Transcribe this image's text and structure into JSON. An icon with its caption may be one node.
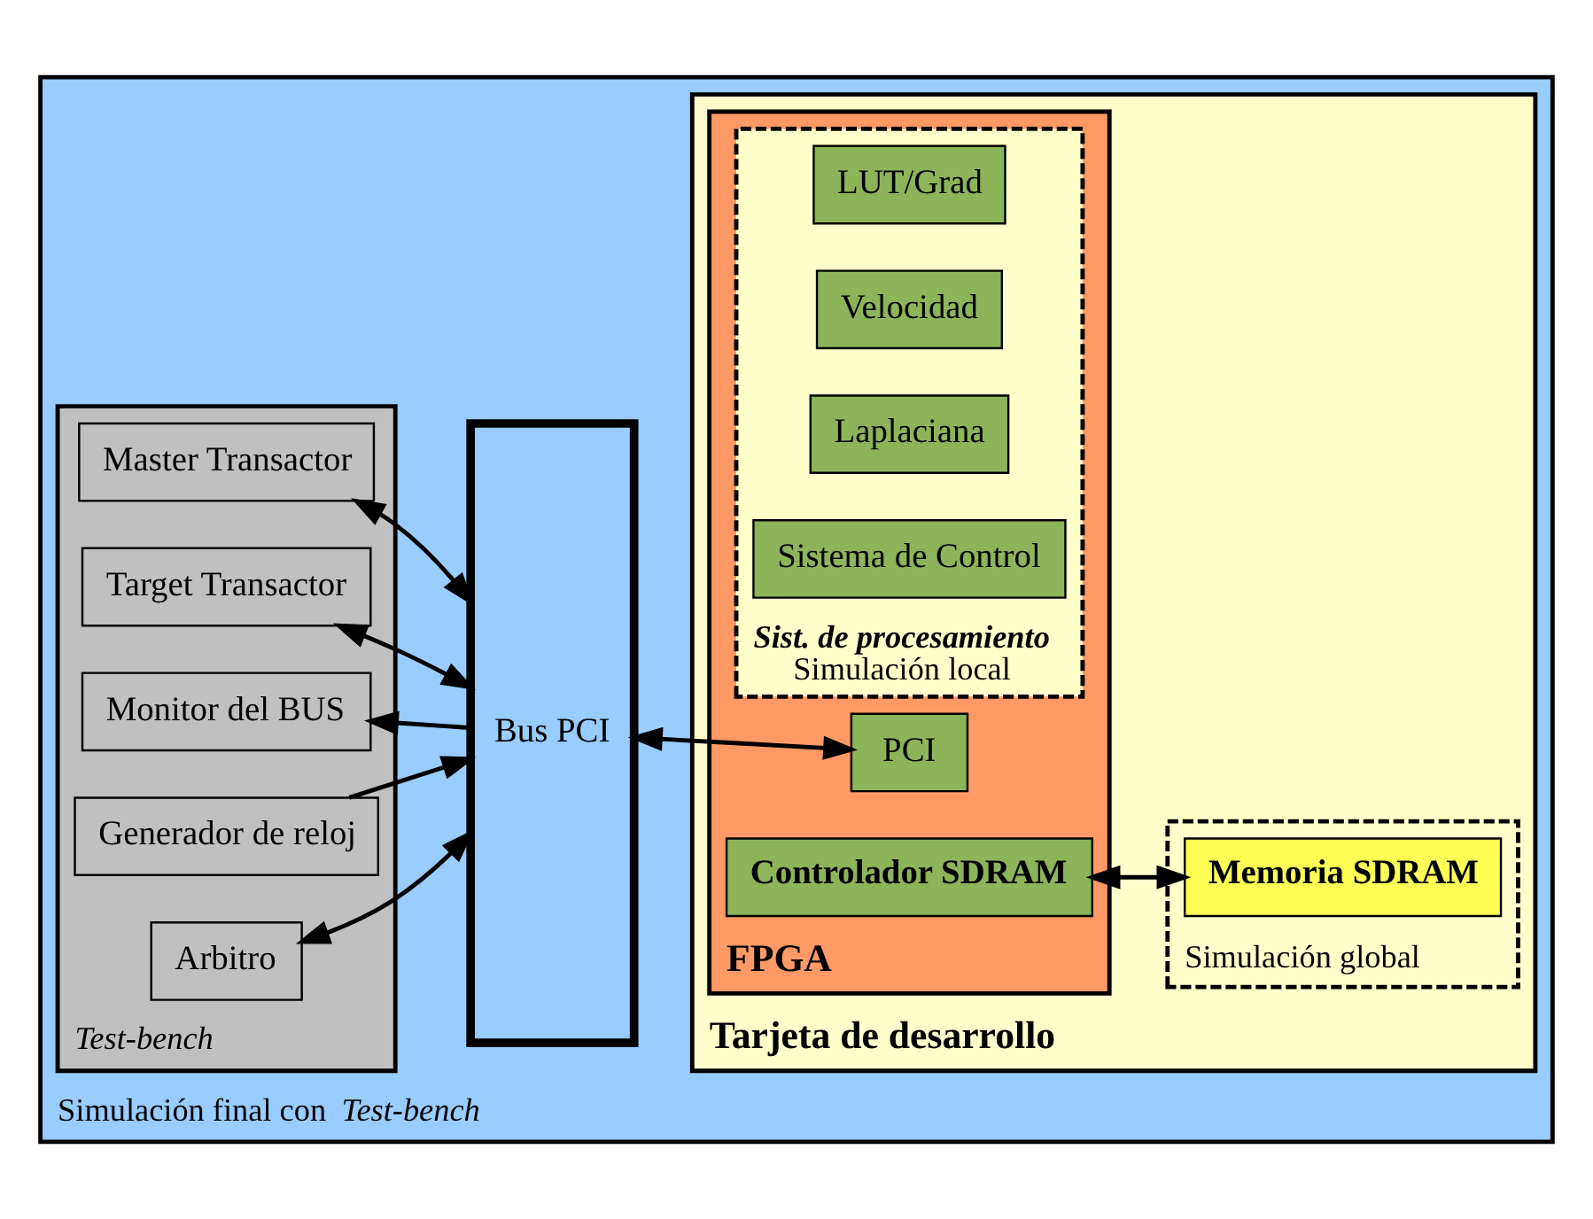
{
  "diagram": {
    "nodes": [
      {
        "text": [
          "Simulación final con *Test-bench*"
        ]
      },
      {
        "text": [
          "Test-bench"
        ],
        "in": 0
      },
      {
        "text": [
          "Master Transactor"
        ],
        "in": 1
      },
      {
        "text": [
          "Target Transactor"
        ],
        "in": 1
      },
      {
        "text": [
          "Monitor del BUS"
        ],
        "in": 1
      },
      {
        "text": [
          "Generador de reloj"
        ],
        "in": 1
      },
      {
        "text": [
          "Arbitro"
        ],
        "in": 1
      },
      {
        "text": [
          "Bus PCI"
        ],
        "in": 0
      },
      {
        "text": [
          "Tarjeta de desarrollo"
        ],
        "in": 0
      },
      {
        "text": [
          "FPGA"
        ],
        "in": 8
      },
      {
        "text": [
          "Simulación global"
        ],
        "in": 8
      },
      {
        "text": [
          "PCI"
        ],
        "in": 9
      },
      {
        "text": [
          "Sist. de procesamiento",
          "Simulación local"
        ],
        "in": 9
      },
      {
        "text": [
          "LUT/Grad"
        ],
        "in": 12
      },
      {
        "text": [
          "Velocidad"
        ],
        "in": 12
      },
      {
        "text": [
          "Laplaciana"
        ],
        "in": 12
      },
      {
        "text": [
          "Sistema de Control"
        ],
        "in": 12
      },
      {
        "text": [
          "Controlador SDRAM"
        ],
        "in": 9
      },
      {
        "text": [
          "Memoria SDRAM"
        ],
        "in": 10
      }
    ],
    "edges": [
      {
        "from": 2,
        "to": 7,
        "arrow": "both"
      },
      {
        "from": 3,
        "to": 7,
        "arrow": "both"
      },
      {
        "from": 7,
        "to": 4,
        "arrow": "to"
      },
      {
        "from": 5,
        "to": 7,
        "arrow": "to"
      },
      {
        "from": 6,
        "to": 7,
        "arrow": "both"
      },
      {
        "from": 7,
        "to": 11,
        "arrow": "both"
      },
      {
        "from": 17,
        "to": 18,
        "arrow": "both"
      }
    ]
  }
}
